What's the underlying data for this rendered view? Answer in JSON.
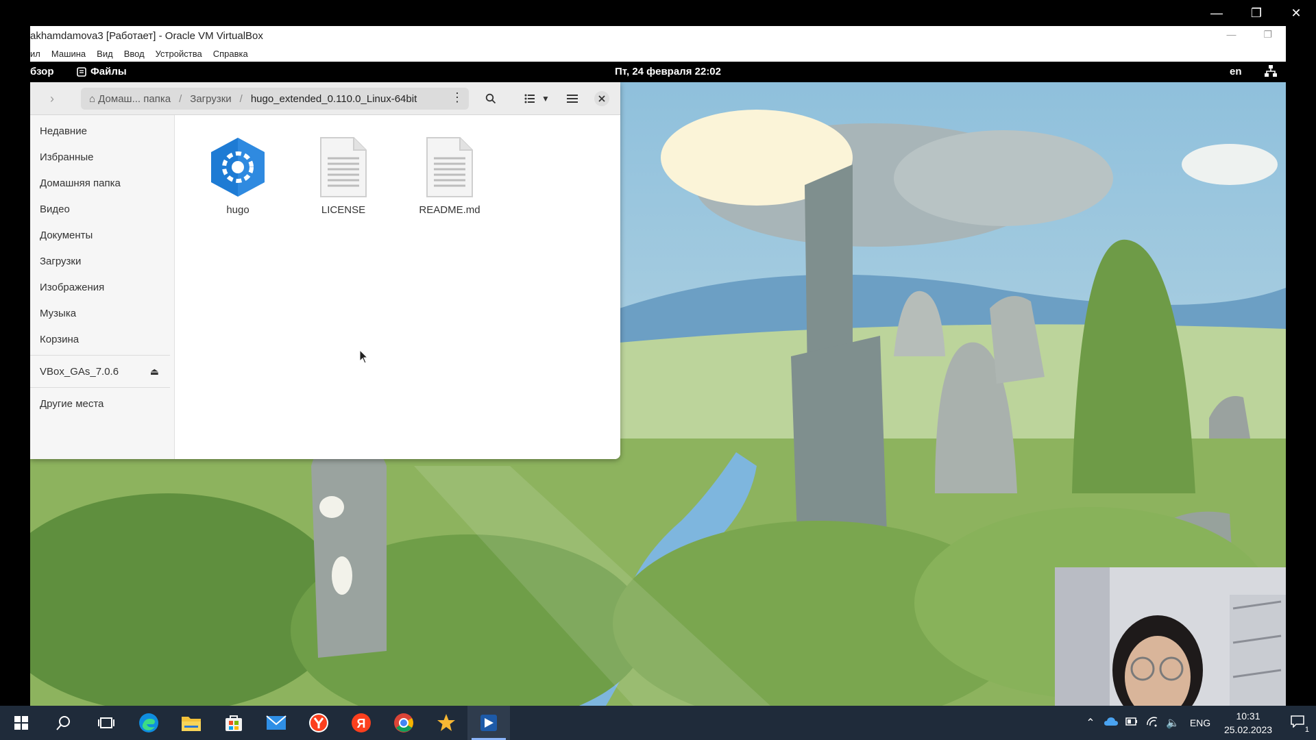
{
  "host_window": {
    "controls": [
      "minimize",
      "restore",
      "close"
    ]
  },
  "vbox": {
    "title": "akhamdamova3 [Работает] - Oracle VM VirtualBox",
    "menu": [
      "ил",
      "Машина",
      "Вид",
      "Ввод",
      "Устройства",
      "Справка"
    ]
  },
  "gnome": {
    "activities": "бзор",
    "app_menu": "Файлы",
    "clock": "Пт, 24 февраля  22:02",
    "lang": "en"
  },
  "files": {
    "path": {
      "home": "Домаш... папка",
      "downloads": "Загрузки",
      "current": "hugo_extended_0.110.0_Linux-64bit"
    },
    "sidebar": [
      "Недавние",
      "Избранные",
      "Домашняя папка",
      "Видео",
      "Документы",
      "Загрузки",
      "Изображения",
      "Музыка",
      "Корзина"
    ],
    "device": "VBox_GAs_7.0.6",
    "other": "Другие места",
    "items": [
      {
        "name": "hugo",
        "icon": "executable-icon"
      },
      {
        "name": "LICENSE",
        "icon": "text-file-icon"
      },
      {
        "name": "README.md",
        "icon": "text-file-icon"
      }
    ]
  },
  "taskbar": {
    "apps": [
      "windows-start-icon",
      "search-icon",
      "task-view-icon",
      "edge-icon",
      "file-explorer-icon",
      "store-icon",
      "mail-icon",
      "yandex-icon",
      "yandex-browser-icon",
      "chrome-icon",
      "star-app-icon",
      "virtualbox-icon"
    ],
    "lang": "ENG",
    "time": "10:31",
    "date": "25.02.2023",
    "notifications": "1"
  },
  "colors": {
    "taskbar": "#1f2b3a",
    "hugo_blue": "#1e7bd4"
  }
}
